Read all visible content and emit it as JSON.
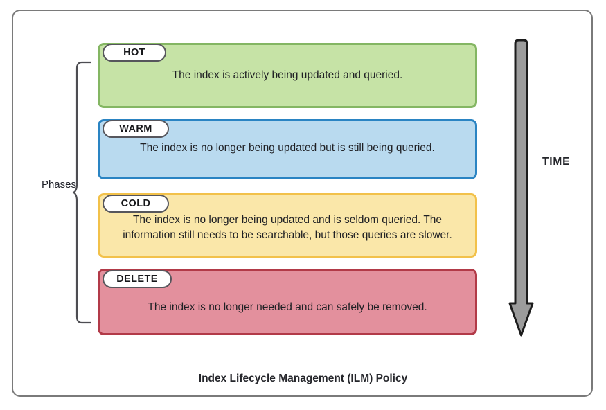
{
  "diagram": {
    "caption": "Index Lifecycle Management (ILM) Policy",
    "group_label": "Phases",
    "axis_label": "TIME",
    "frame_color": "#7a7a7a",
    "arrow_fill": "#9c9c9c",
    "arrow_stroke": "#1c1c1c",
    "bracket_color": "#4d4d52",
    "phases": [
      {
        "label": "HOT",
        "description": "The index is actively being updated and queried.",
        "fill": "#c6e3a6",
        "stroke": "#84b663"
      },
      {
        "label": "WARM",
        "description": "The index is no longer being updated but is still being queried.",
        "fill": "#b9daef",
        "stroke": "#2a84c3"
      },
      {
        "label": "COLD",
        "description": "The index is no longer being updated and is seldom queried. The information still needs to be searchable, but those queries are slower.",
        "fill": "#fae7a9",
        "stroke": "#f2c14a"
      },
      {
        "label": "DELETE",
        "description": "The index is no longer needed and can safely be removed.",
        "fill": "#e3909d",
        "stroke": "#b23a48"
      }
    ]
  }
}
